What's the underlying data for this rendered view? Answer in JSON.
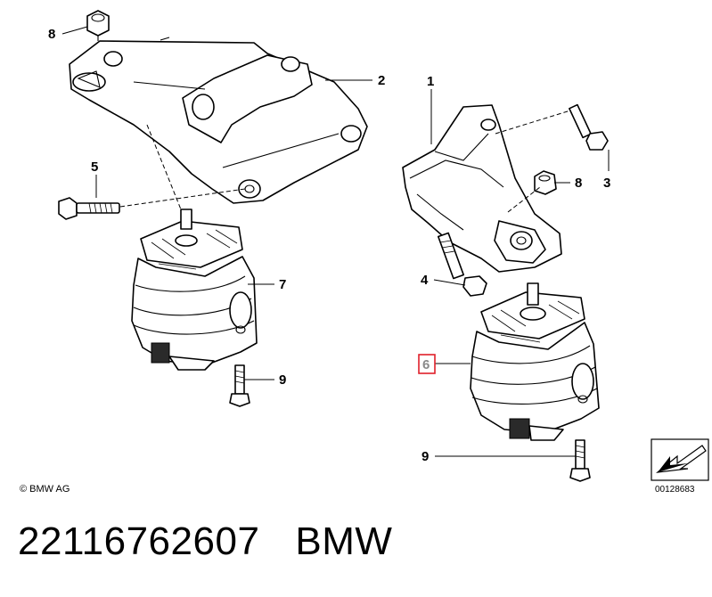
{
  "callouts": {
    "left_8": "8",
    "left_2": "2",
    "left_5": "5",
    "left_7": "7",
    "left_9": "9",
    "right_1": "1",
    "right_8": "8",
    "right_3": "3",
    "right_4": "4",
    "right_6": "6",
    "right_9": "9"
  },
  "highlight_color": "#e0202a",
  "copyright": "© BMW AG",
  "diagram_ref": "00128683",
  "footer": {
    "part_number": "22116762607",
    "brand": "BMW"
  }
}
